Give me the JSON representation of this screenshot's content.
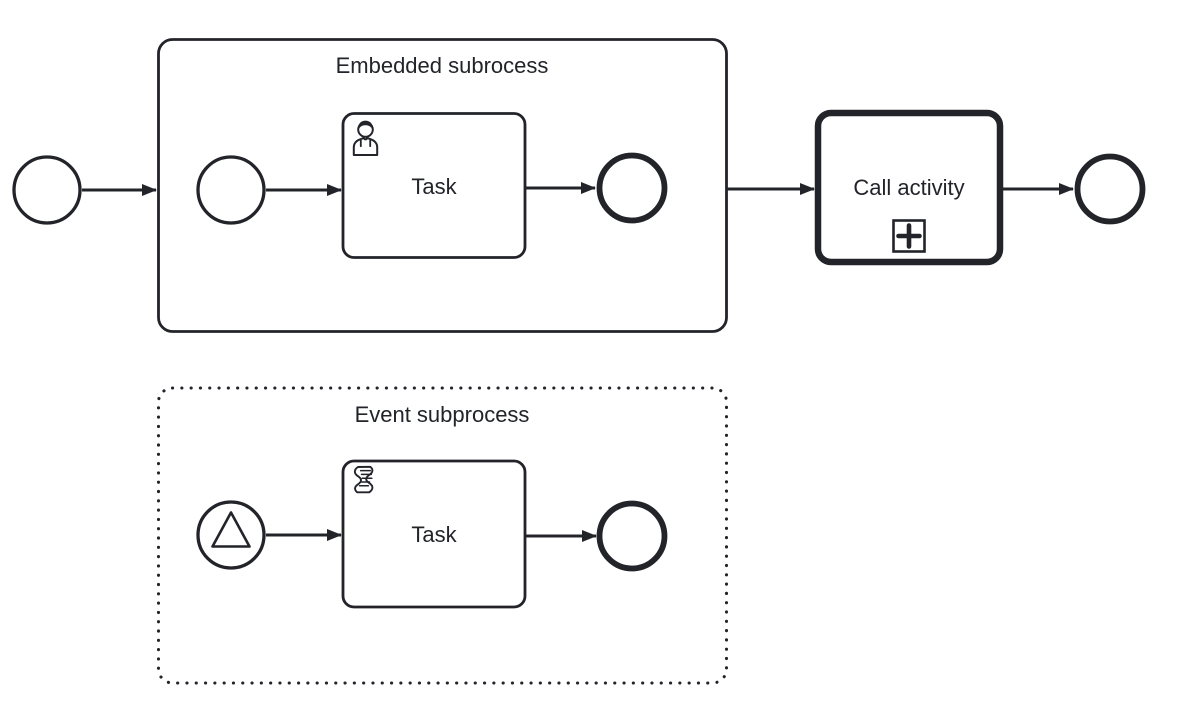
{
  "diagram_type": "BPMN process diagram",
  "colors": {
    "stroke": "#22242a",
    "fill": "#ffffff"
  },
  "main_process": {
    "start_event": {
      "name": "start-event"
    },
    "embedded_subprocess": {
      "title": "Embedded subrocess",
      "start_event": {
        "name": "start-event"
      },
      "task": {
        "label": "Task",
        "type": "user-task",
        "icon": "user-icon"
      },
      "end_event": {
        "name": "end-event"
      }
    },
    "call_activity": {
      "label": "Call activity",
      "marker_icon": "expand-plus-icon"
    },
    "end_event": {
      "name": "end-event"
    }
  },
  "event_subprocess": {
    "title": "Event subprocess",
    "start_event": {
      "name": "signal-start-event",
      "icon": "signal-triangle-icon"
    },
    "task": {
      "label": "Task",
      "type": "script-task",
      "icon": "script-icon"
    },
    "end_event": {
      "name": "end-event"
    }
  }
}
